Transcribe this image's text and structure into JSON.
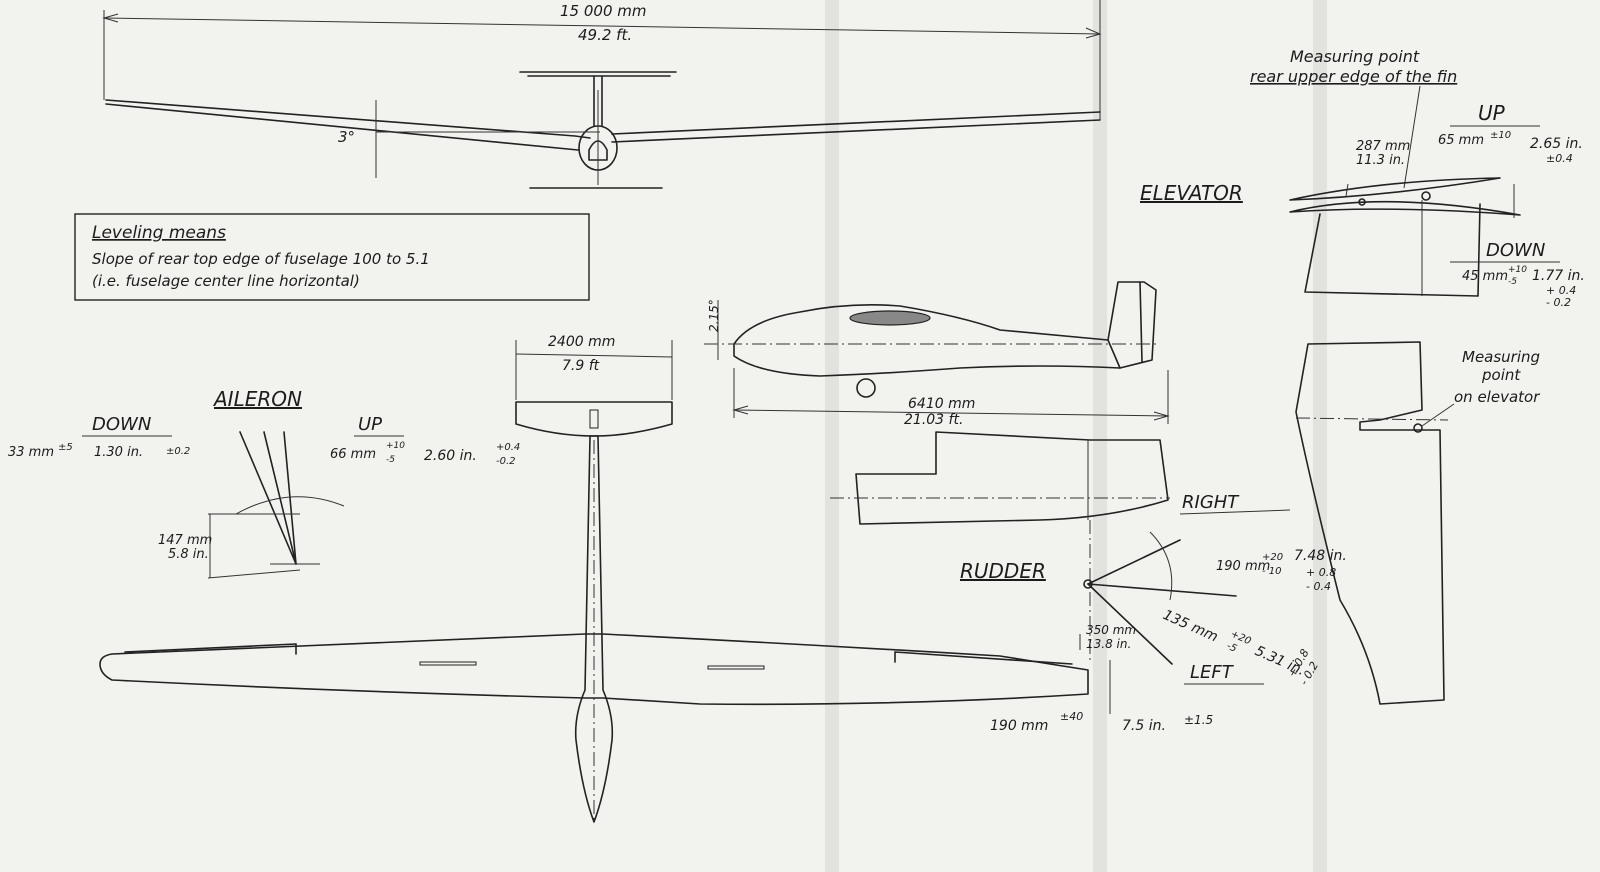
{
  "front_view": {
    "span_mm": "15 000 mm",
    "span_ft": "49.2 ft.",
    "dihedral": "3°"
  },
  "leveling": {
    "title": "Leveling means",
    "line1": "Slope of rear top edge of fuselage 100 to 5.1",
    "line2": "(i.e. fuselage center line horizontal)"
  },
  "elevator": {
    "measuring_point_line1": "Measuring point",
    "measuring_point_line2": "rear upper edge of the fin",
    "label": "ELEVATOR",
    "up_label": "UP",
    "up_mm": "65 mm",
    "up_mm_tol": "±10",
    "up_in": "2.65 in.",
    "up_in_tol": "±0.4",
    "chord_mm": "287 mm",
    "chord_in": "11.3 in.",
    "down_label": "DOWN",
    "down_mm": "45 mm",
    "down_mm_tol_up": "+10",
    "down_mm_tol_down": "-5",
    "down_in": "1.77 in.",
    "down_in_tol_up": "+ 0.4",
    "down_in_tol_down": "- 0.2"
  },
  "side_view": {
    "fin_angle": "2.15°",
    "length_mm": "6410 mm",
    "length_ft": "21.03 ft."
  },
  "tailplane": {
    "span_mm": "2400 mm",
    "span_ft": "7.9 ft"
  },
  "aileron": {
    "label": "AILERON",
    "down_label": "DOWN",
    "down_mm": "33 mm",
    "down_mm_tol": "±5",
    "down_in": "1.30 in.",
    "down_in_tol": "±0.2",
    "up_label": "UP",
    "up_mm": "66 mm",
    "up_mm_tol_up": "+10",
    "up_mm_tol_down": "-5",
    "up_in": "2.60 in.",
    "up_in_tol_up": "+0.4",
    "up_in_tol_down": "-0.2",
    "chord_mm": "147 mm",
    "chord_in": "5.8 in."
  },
  "rudder": {
    "label": "RUDDER",
    "right_label": "RIGHT",
    "right_mm": "190 mm",
    "right_mm_tol_up": "+20",
    "right_mm_tol_down": "- 10",
    "right_in": "7.48 in.",
    "right_in_tol_up": "+ 0.8",
    "right_in_tol_down": "- 0.4",
    "left_label": "LEFT",
    "left_mm": "135 mm",
    "left_mm_tol_up": "+20",
    "left_mm_tol_down": "-5",
    "left_in": "5.31 in.",
    "left_in_tol_up": "+ 0.8",
    "left_in_tol_down": "- 0.2",
    "chord_mm": "350 mm",
    "chord_in": "13.8 in."
  },
  "measuring_point_elevator": {
    "line1": "Measuring",
    "line2": "point",
    "line3": "on elevator"
  },
  "wingtip_height": {
    "mm": "190 mm",
    "mm_tol": "±40",
    "in": "7.5 in.",
    "in_tol": "±1.5"
  }
}
